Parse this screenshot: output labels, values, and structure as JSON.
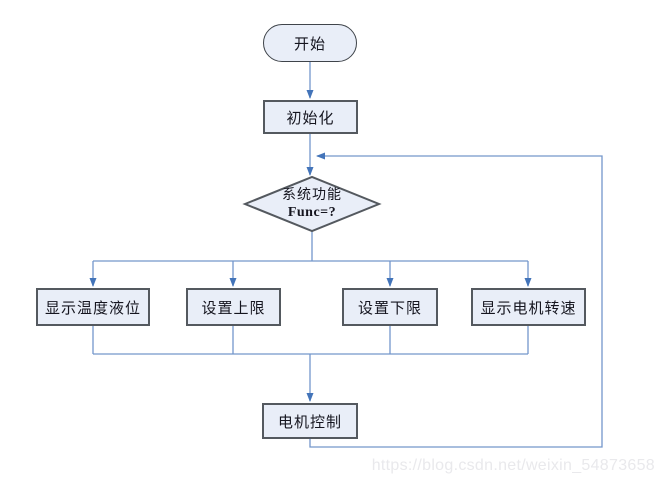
{
  "flowchart": {
    "start": {
      "label": "开始",
      "type": "terminator"
    },
    "init": {
      "label": "初始化",
      "type": "process"
    },
    "decision": {
      "line1": "系统功能",
      "line2": "Func=?",
      "type": "decision"
    },
    "branches": [
      {
        "label": "显示温度液位"
      },
      {
        "label": "设置上限"
      },
      {
        "label": "设置下限"
      },
      {
        "label": "显示电机转速"
      }
    ],
    "motor": {
      "label": "电机控制",
      "type": "process"
    },
    "colors": {
      "node_fill": "#e9eef8",
      "node_border": "#54595f",
      "connector": "#7396cb",
      "arrowhead": "#4374b9",
      "text": "#15151f"
    }
  },
  "watermark": {
    "text": "https://blog.csdn.net/weixin_54873658",
    "color": "#e9e9ec"
  }
}
